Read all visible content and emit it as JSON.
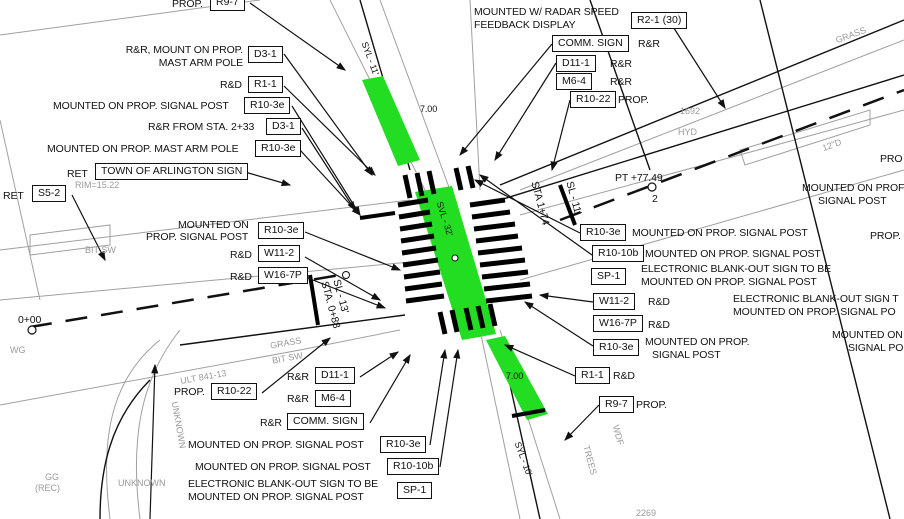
{
  "colors": {
    "crosswalk": "#000000",
    "green_lane": "#22dd22",
    "linework": "#9a9a9a",
    "text": "#111111"
  },
  "callouts_left": [
    {
      "note": "PROP.",
      "code": "R9-7"
    },
    {
      "note": "R&R, MOUNT ON PROP.",
      "note2": "MAST ARM POLE",
      "code": "D3-1"
    },
    {
      "note": "R&D",
      "code": "R1-1"
    },
    {
      "note": "MOUNTED ON PROP. SIGNAL POST",
      "code": "R10-3e"
    },
    {
      "note": "R&R FROM STA. 2+33",
      "code": "D3-1"
    },
    {
      "note": "MOUNTED ON PROP. MAST ARM POLE",
      "code": "R10-3e"
    },
    {
      "note": "RET",
      "code": "TOWN OF ARLINGTON SIGN"
    },
    {
      "note": "RET",
      "code": "S5-2"
    },
    {
      "note": "MOUNTED ON",
      "note2": "PROP. SIGNAL POST",
      "code": "R10-3e"
    },
    {
      "note": "R&D",
      "code": "W11-2"
    },
    {
      "note": "R&D",
      "code": "W16-7P"
    },
    {
      "note": "PROP.",
      "code": "R10-22"
    },
    {
      "note": "R&R",
      "code": "D11-1"
    },
    {
      "note": "R&R",
      "code": "M6-4"
    },
    {
      "note": "R&R",
      "code": "COMM. SIGN"
    },
    {
      "note": "MOUNTED ON PROP. SIGNAL POST",
      "code": "R10-3e"
    },
    {
      "note": "MOUNTED ON PROP. SIGNAL POST",
      "code": "R10-10b"
    },
    {
      "note": "ELECTRONIC BLANK-OUT SIGN TO BE",
      "note2": "MOUNTED ON PROP. SIGNAL POST",
      "code": "SP-1"
    }
  ],
  "callouts_right": [
    {
      "note": "MOUNTED W/ RADAR SPEED",
      "note2": "FEEDBACK DISPLAY",
      "code": "R2-1 (30)"
    },
    {
      "note": "R&R",
      "code": "COMM. SIGN"
    },
    {
      "note": "R&R",
      "code": "D11-1"
    },
    {
      "note": "R&R",
      "code": "M6-4"
    },
    {
      "note": "PROP.",
      "code": "R10-22"
    },
    {
      "note": "MOUNTED ON PROP. SIGNAL POST",
      "code": "R10-3e"
    },
    {
      "note": "MOUNTED ON PROP. SIGNAL POST",
      "code": "R10-10b"
    },
    {
      "note": "ELECTRONIC BLANK-OUT SIGN TO BE",
      "note2": "MOUNTED ON PROP. SIGNAL POST",
      "code": "SP-1"
    },
    {
      "note": "R&D",
      "code": "W11-2"
    },
    {
      "note": "R&D",
      "code": "W16-7P"
    },
    {
      "note": "MOUNTED ON PROP.",
      "note2": "SIGNAL POST",
      "code": "R10-3e"
    },
    {
      "note": "R&D",
      "code": "R1-1"
    },
    {
      "note": "PROP.",
      "code": "R9-7"
    }
  ],
  "edge_notes": [
    "PRO",
    "MOUNTED ON PROF",
    "SIGNAL POST",
    "PROP.",
    "ELECTRONIC BLANK-OUT SIGN T",
    "MOUNTED ON PROP. SIGNAL PO",
    "MOUNTED ON",
    "SIGNAL PO"
  ],
  "stations": {
    "pt": "PT +77.49",
    "pt_num": "2",
    "start": "0+00",
    "sta_east": "STA 1+74",
    "sl_east": "SL - 11'",
    "sta_west": "STA. 0+88",
    "sl_west": "SL - 13'"
  },
  "cad_labels": [
    "GRASS",
    "BIT SW",
    "ULT 841-13",
    "UNKNOWN",
    "GG",
    "(REC)",
    "TREES",
    "WDF",
    "2269",
    "SYL - 11'",
    "SYL - 10'",
    "SVL - 32'",
    "7.00",
    "7.00",
    "RIM=15.22",
    "GRASS",
    "12\"D",
    "BIT SW",
    "UNKNOWN",
    "WG",
    "1692",
    "HYD"
  ]
}
